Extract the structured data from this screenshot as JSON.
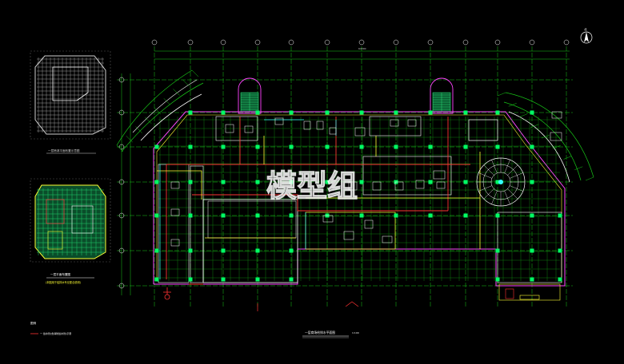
{
  "drawing": {
    "watermark": "模型组",
    "north_label": "北",
    "main_caption": "一层商场给排水平面图",
    "main_scale": "1:100",
    "inset_top_caption": "一层喷淋平面布置示意图",
    "inset_bottom_caption": "一层平面布置图",
    "inset_bottom_note": "(本图用于给排水专业配合说明)",
    "legend_title": "图例",
    "legend_item": "一 给水管(含消防给水管)示意",
    "overall_dim": "64300",
    "colors": {
      "background": "#000000",
      "grid": "#18c818",
      "walls": "#ffffff",
      "pipe_red": "#ff3333",
      "pipe_yellow": "#ffff33",
      "pipe_cyan": "#33ffff",
      "column": "#00ff66",
      "magenta": "#ff44ff"
    }
  }
}
